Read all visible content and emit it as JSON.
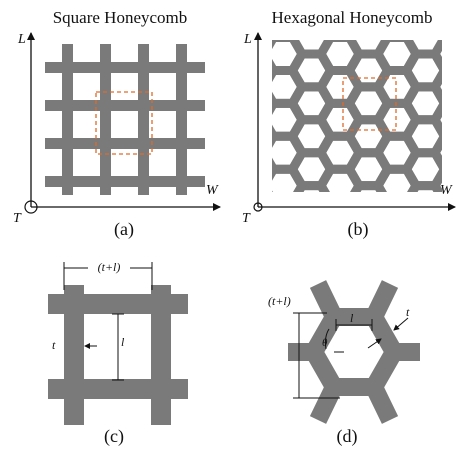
{
  "titles": {
    "square": "Square Honeycomb",
    "hexagonal": "Hexagonal Honeycomb"
  },
  "captions": {
    "a": "(a)",
    "b": "(b)",
    "c": "(c)",
    "d": "(d)"
  },
  "axes": {
    "vertical": "L",
    "horizontal": "W",
    "origin": "T"
  },
  "dimensions": {
    "pitch": "(t+l)",
    "thickness": "t",
    "length": "l",
    "angle": "θ"
  },
  "colors": {
    "cell_wall": "#7a7a7a",
    "unit_cell_outline": "#e06a2a",
    "ink": "#111111"
  }
}
